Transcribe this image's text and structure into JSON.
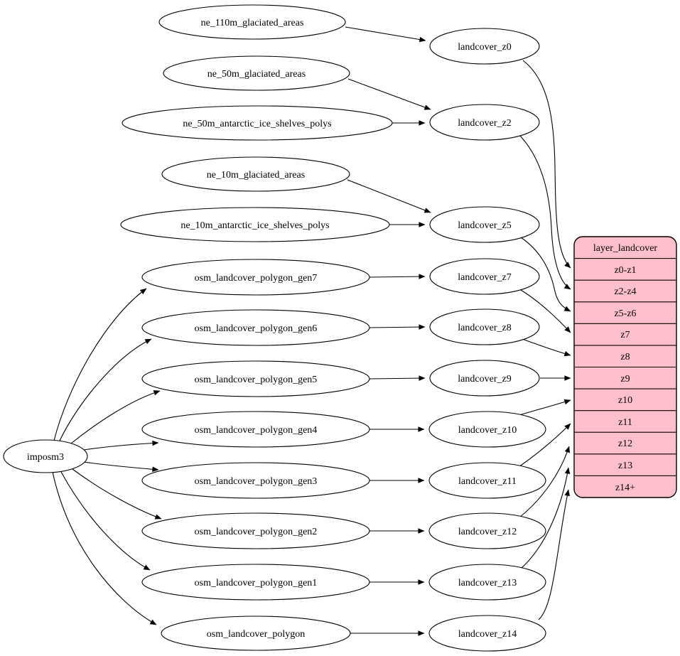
{
  "diagram": {
    "kind": "dependency-graph",
    "background_color": "#ffffff",
    "colors": {
      "node_fill": "#ffffff",
      "edge_stroke": "#000000",
      "table_fill": "#ffc0cb",
      "text": "#000000"
    },
    "root": {
      "label": "imposm3"
    },
    "sources": [
      "ne_110m_glaciated_areas",
      "ne_50m_glaciated_areas",
      "ne_50m_antarctic_ice_shelves_polys",
      "ne_10m_glaciated_areas",
      "ne_10m_antarctic_ice_shelves_polys",
      "osm_landcover_polygon_gen7",
      "osm_landcover_polygon_gen6",
      "osm_landcover_polygon_gen5",
      "osm_landcover_polygon_gen4",
      "osm_landcover_polygon_gen3",
      "osm_landcover_polygon_gen2",
      "osm_landcover_polygon_gen1",
      "osm_landcover_polygon"
    ],
    "landcover_nodes": [
      "landcover_z0",
      "landcover_z2",
      "landcover_z5",
      "landcover_z7",
      "landcover_z8",
      "landcover_z9",
      "landcover_z10",
      "landcover_z11",
      "landcover_z12",
      "landcover_z13",
      "landcover_z14"
    ],
    "table": {
      "header": "layer_landcover",
      "rows": [
        "z0-z1",
        "z2-z4",
        "z5-z6",
        "z7",
        "z8",
        "z9",
        "z10",
        "z11",
        "z12",
        "z13",
        "z14+"
      ]
    },
    "edges": [
      {
        "from": "imposm3",
        "to": "osm_landcover_polygon_gen7"
      },
      {
        "from": "imposm3",
        "to": "osm_landcover_polygon_gen6"
      },
      {
        "from": "imposm3",
        "to": "osm_landcover_polygon_gen5"
      },
      {
        "from": "imposm3",
        "to": "osm_landcover_polygon_gen4"
      },
      {
        "from": "imposm3",
        "to": "osm_landcover_polygon_gen3"
      },
      {
        "from": "imposm3",
        "to": "osm_landcover_polygon_gen2"
      },
      {
        "from": "imposm3",
        "to": "osm_landcover_polygon_gen1"
      },
      {
        "from": "imposm3",
        "to": "osm_landcover_polygon"
      },
      {
        "from": "ne_110m_glaciated_areas",
        "to": "landcover_z0"
      },
      {
        "from": "ne_50m_glaciated_areas",
        "to": "landcover_z2"
      },
      {
        "from": "ne_50m_antarctic_ice_shelves_polys",
        "to": "landcover_z2"
      },
      {
        "from": "ne_10m_glaciated_areas",
        "to": "landcover_z5"
      },
      {
        "from": "ne_10m_antarctic_ice_shelves_polys",
        "to": "landcover_z5"
      },
      {
        "from": "osm_landcover_polygon_gen7",
        "to": "landcover_z7"
      },
      {
        "from": "osm_landcover_polygon_gen6",
        "to": "landcover_z8"
      },
      {
        "from": "osm_landcover_polygon_gen5",
        "to": "landcover_z9"
      },
      {
        "from": "osm_landcover_polygon_gen4",
        "to": "landcover_z10"
      },
      {
        "from": "osm_landcover_polygon_gen3",
        "to": "landcover_z11"
      },
      {
        "from": "osm_landcover_polygon_gen2",
        "to": "landcover_z12"
      },
      {
        "from": "osm_landcover_polygon_gen1",
        "to": "landcover_z13"
      },
      {
        "from": "osm_landcover_polygon",
        "to": "landcover_z14"
      },
      {
        "from": "landcover_z0",
        "to": "z0-z1"
      },
      {
        "from": "landcover_z2",
        "to": "z2-z4"
      },
      {
        "from": "landcover_z5",
        "to": "z5-z6"
      },
      {
        "from": "landcover_z7",
        "to": "z7"
      },
      {
        "from": "landcover_z8",
        "to": "z8"
      },
      {
        "from": "landcover_z9",
        "to": "z9"
      },
      {
        "from": "landcover_z10",
        "to": "z10"
      },
      {
        "from": "landcover_z11",
        "to": "z11"
      },
      {
        "from": "landcover_z12",
        "to": "z12"
      },
      {
        "from": "landcover_z13",
        "to": "z13"
      },
      {
        "from": "landcover_z14",
        "to": "z14+"
      }
    ]
  }
}
